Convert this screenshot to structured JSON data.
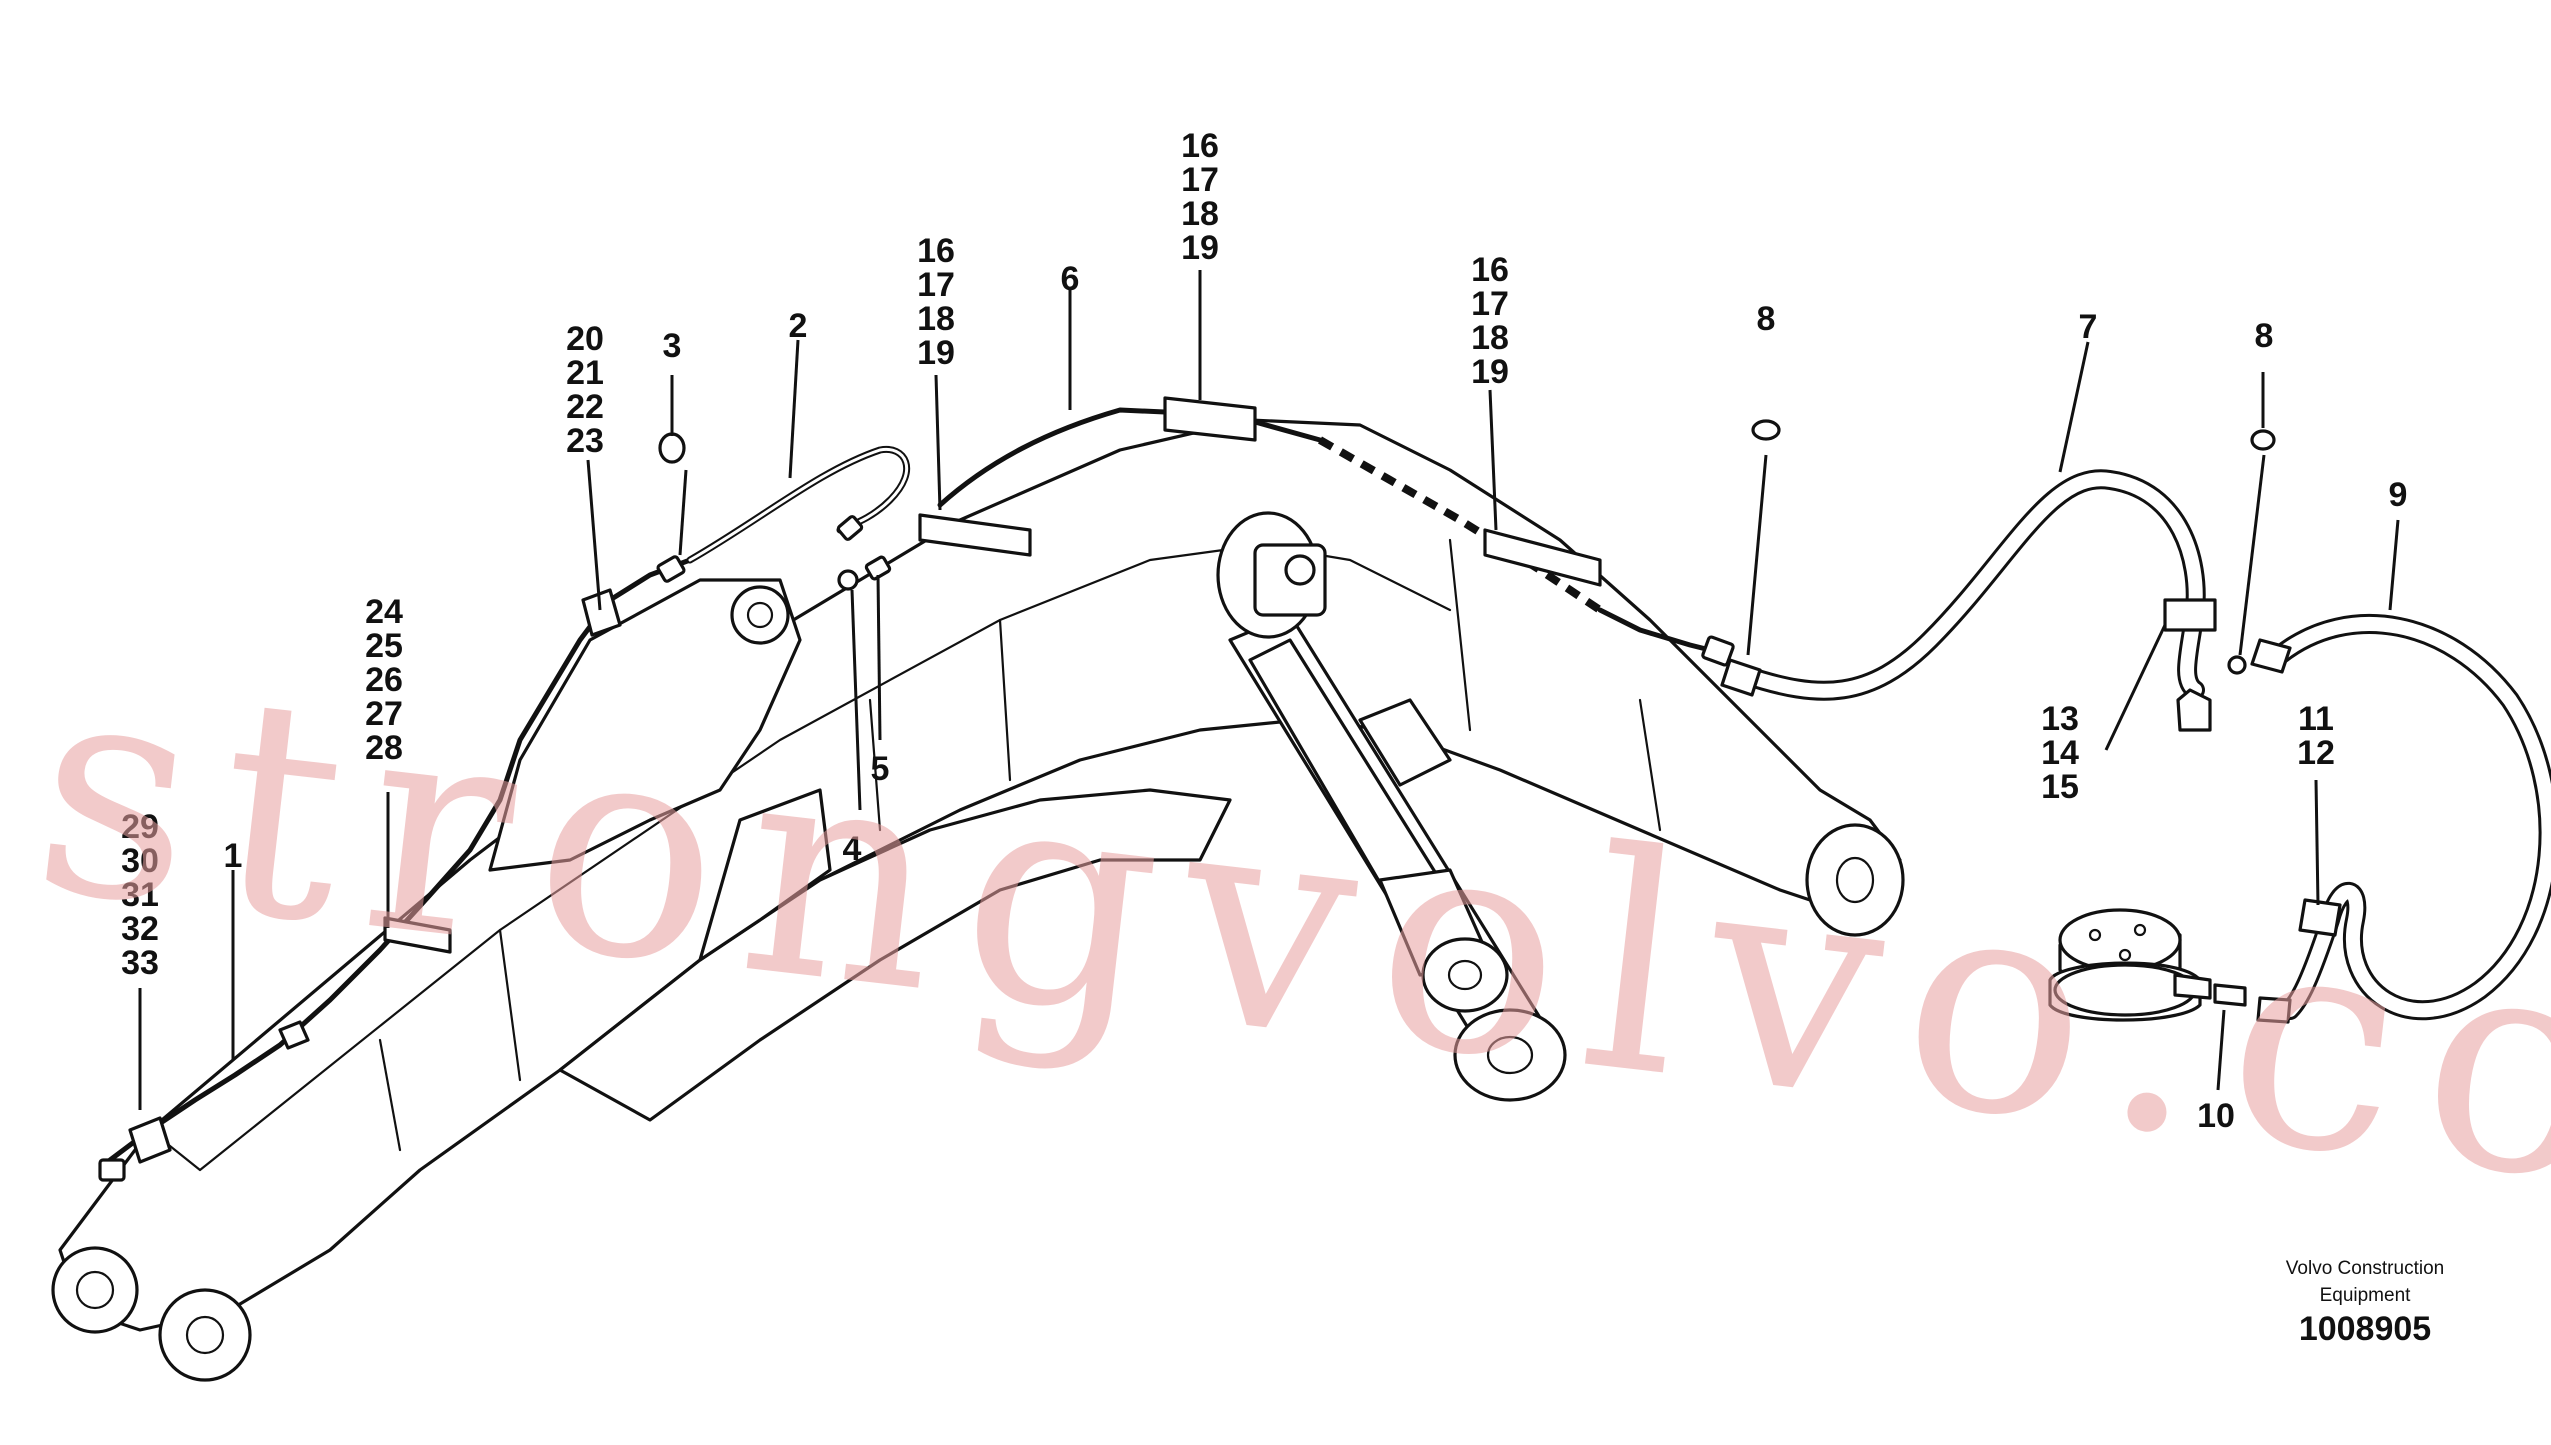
{
  "callouts": {
    "c1": "1",
    "c2": "2",
    "c3": "3",
    "c4": "4",
    "c5": "5",
    "c6": "6",
    "c7": "7",
    "c8a": "8",
    "c8b": "8",
    "c9": "9",
    "c10": "10",
    "g_20_23": [
      "20",
      "21",
      "22",
      "23"
    ],
    "g_24_28": [
      "24",
      "25",
      "26",
      "27",
      "28"
    ],
    "g_29_33": [
      "29",
      "30",
      "31",
      "32",
      "33"
    ],
    "g_16_19_a": [
      "16",
      "17",
      "18",
      "19"
    ],
    "g_16_19_b": [
      "16",
      "17",
      "18",
      "19"
    ],
    "g_16_19_c": [
      "16",
      "17",
      "18",
      "19"
    ],
    "g_13_15": [
      "13",
      "14",
      "15"
    ],
    "g_11_12": [
      "11",
      "12"
    ]
  },
  "watermark": "strongvolvo.com",
  "brand": {
    "line1": "Volvo Construction",
    "line2": "Equipment"
  },
  "document_number": "1008905"
}
